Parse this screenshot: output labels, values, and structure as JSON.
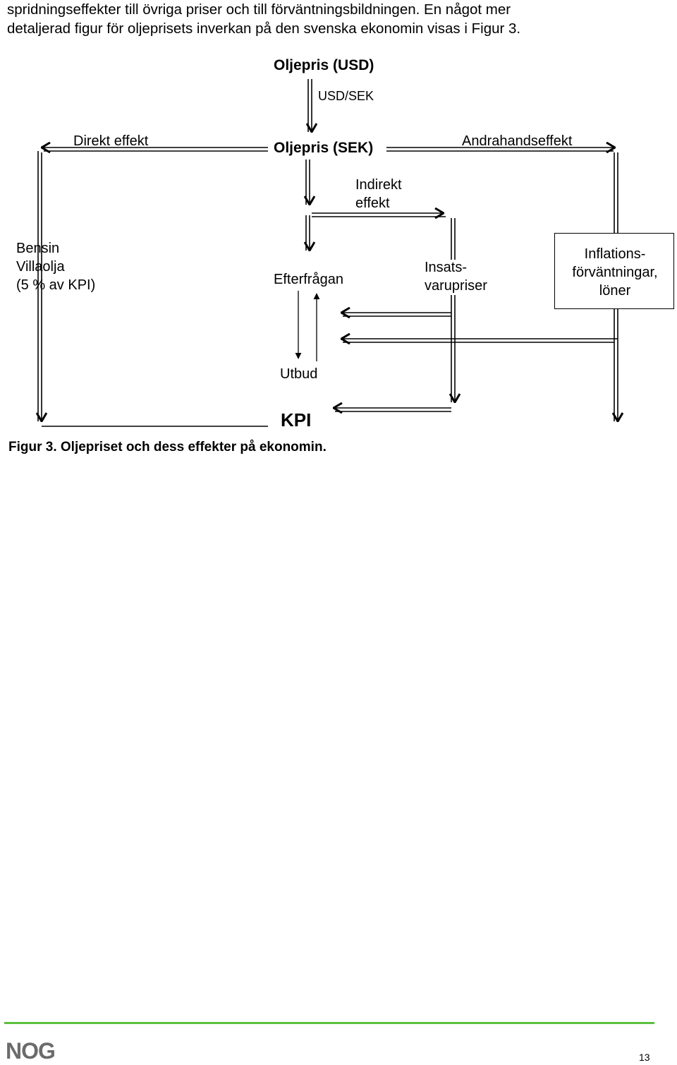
{
  "intro": {
    "line1": "spridningseffekter till övriga priser och till förväntningsbildningen. En något mer",
    "line2": "detaljerad figur för oljeprisets inverkan på den svenska ekonomin visas i Figur 3."
  },
  "diagram": {
    "oil_usd": "Oljepris (USD)",
    "usd_sek": "USD/SEK",
    "direct_effect": "Direkt effekt",
    "oil_sek": "Oljepris (SEK)",
    "second_round": "Andrahandseffekt",
    "indirect_1": "Indirekt",
    "indirect_2": "effekt",
    "bensin_1": "Bensin",
    "bensin_2": "Villaolja",
    "bensin_3": "(5 % av KPI)",
    "demand": "Efterfrågan",
    "inputs_1": "Insats-",
    "inputs_2": "varupriser",
    "infl_1": "Inflations-",
    "infl_2": "förväntningar,",
    "infl_3": "löner",
    "supply": "Utbud",
    "kpi": "KPI"
  },
  "caption": "Figur 3. Oljepriset och dess effekter på ekonomin.",
  "footer": {
    "logo": "NOG",
    "page_number": "13",
    "rule_color": "#5cbf3d"
  }
}
